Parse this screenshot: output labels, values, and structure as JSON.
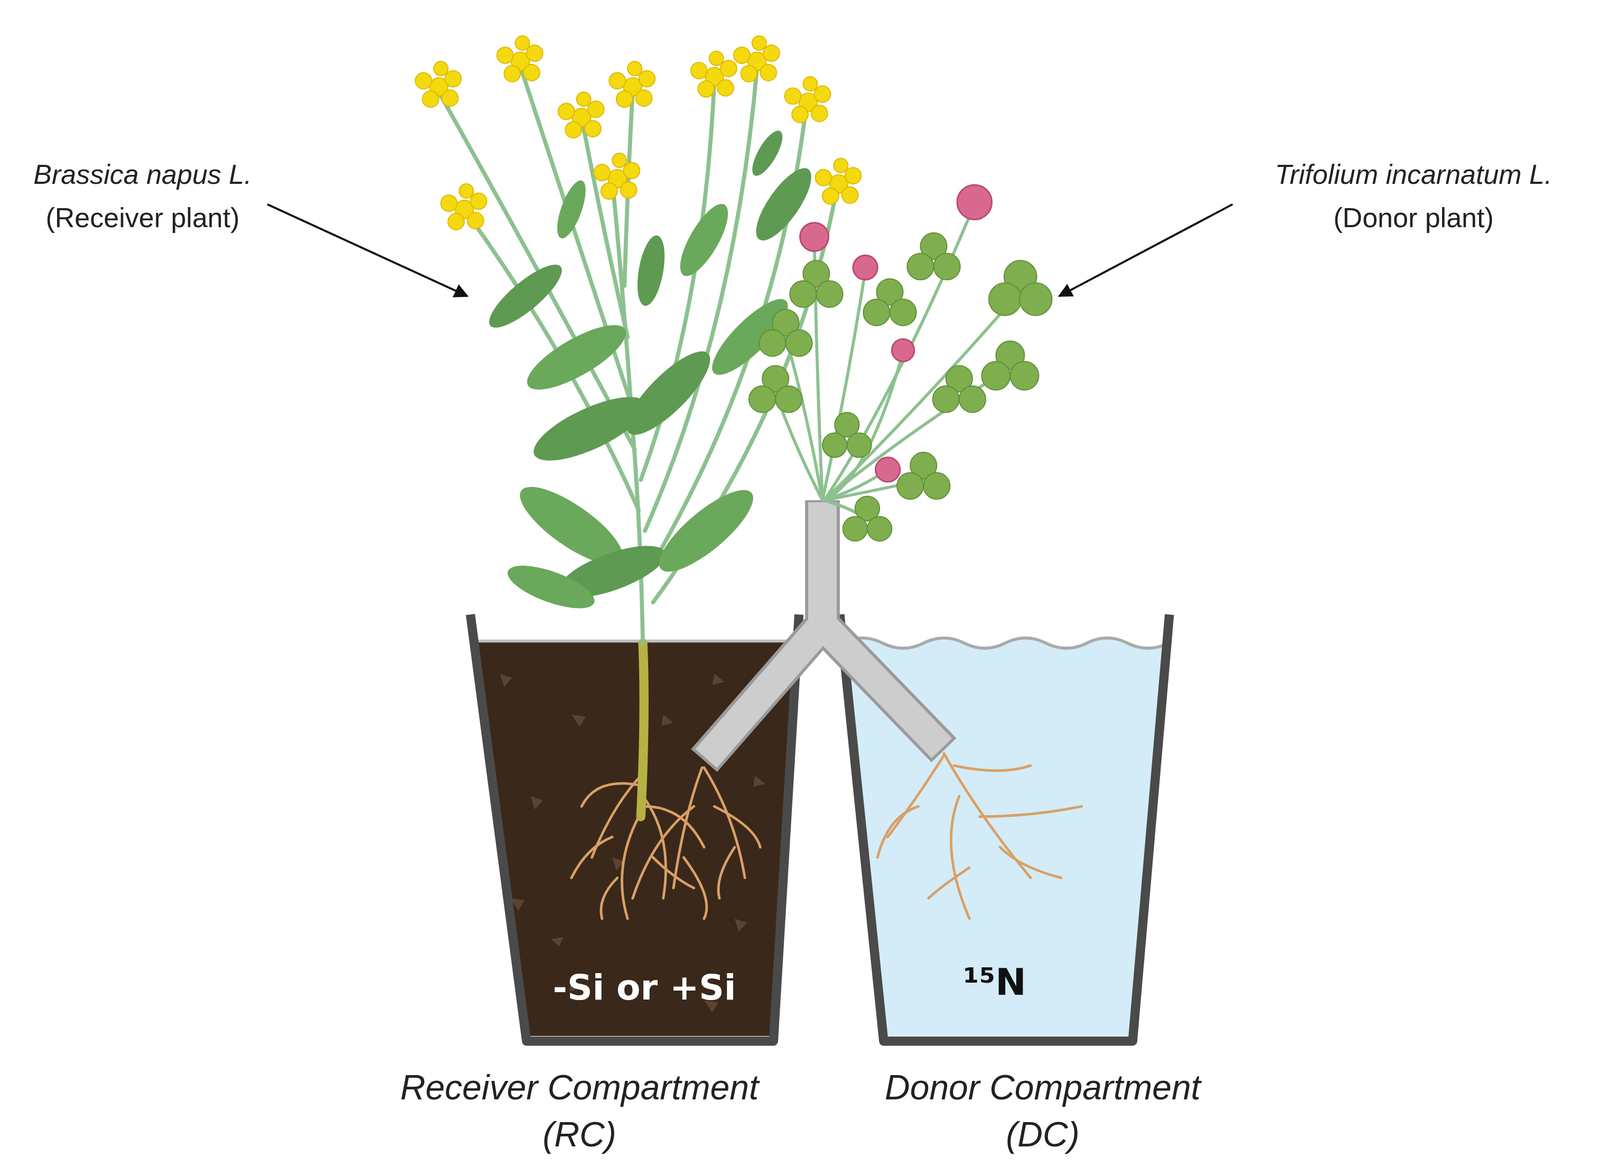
{
  "diagram": {
    "nodes": [
      {
        "text": [
          "-Si or +Si",
          "Receiver Compartment (RC)"
        ]
      },
      {
        "text": [
          "¹⁵N",
          "Donor Compartment (DC)"
        ]
      }
    ],
    "labels": [
      "Brassica napus L.",
      "(Receiver plant)",
      "Trifolium incarnatum L.",
      "(Donor plant)"
    ]
  }
}
